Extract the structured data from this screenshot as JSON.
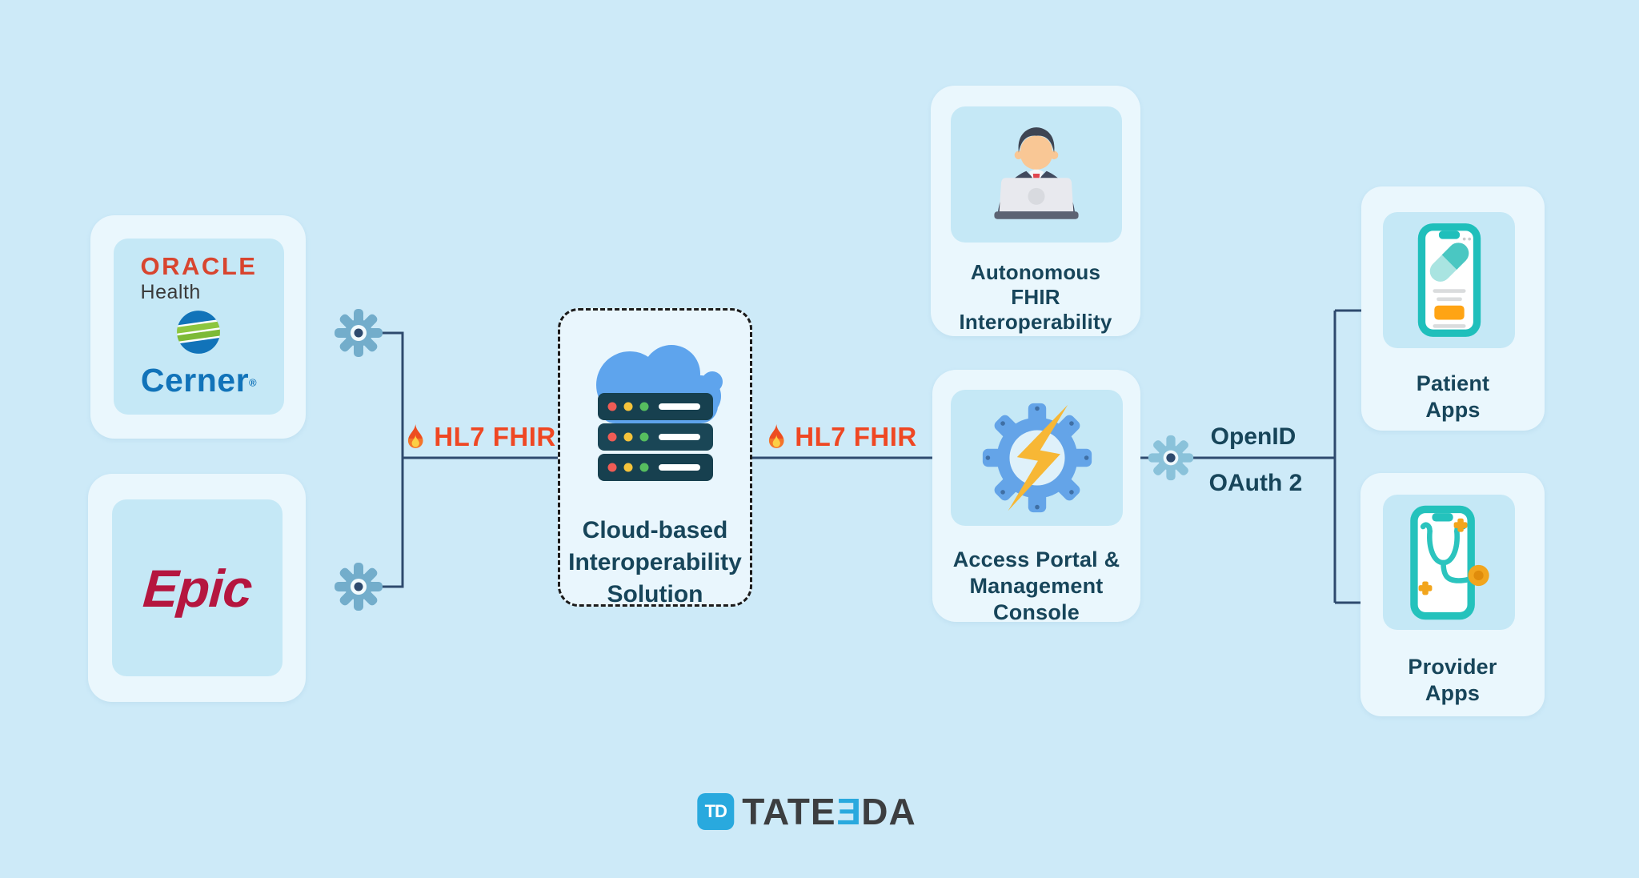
{
  "palette": {
    "background": "#CDEAF8",
    "card_bg": "#EAF7FD",
    "tile_bg": "#C5E8F6",
    "connector_line": "#2E4A6E",
    "dashed_border": "#1B1B1B",
    "title_text": "#17455A",
    "hl7_accent": "#EF4723",
    "gear_blue": "#73ADCB",
    "cloud_blue": "#5EA4ED",
    "server_teal": "#17404F",
    "oracle_red": "#D8452F",
    "cerner_blue": "#1173B9",
    "epic_red": "#B5163F",
    "app_teal": "#1FBFBB",
    "app_orange": "#FFA414",
    "bolt_yellow": "#F7B735",
    "tateeda_cyan": "#29A9DE",
    "tateeda_gray": "#3C3E40"
  },
  "icon_names": {
    "gear-icon": "cog wheel",
    "flame-icon": "🔥",
    "cloud-server-icon": "cloud with server stack",
    "person-laptop-icon": "man working on laptop",
    "gear-lightning-icon": "gear with lightning bolt",
    "patient-app-phone-icon": "phone with pill",
    "provider-app-phone-icon": "phone with stethoscope",
    "cerner-globe-icon": "cerner globe logo",
    "tateeda-logo-mark": "TD badge"
  },
  "left": {
    "oracle_card": {
      "brand": "ORACLE",
      "sub": "Health",
      "product": "Cerner",
      "reg": "®"
    },
    "epic_card": {
      "brand": "Epic"
    }
  },
  "center": {
    "cloud_box": {
      "line1": "Cloud-based",
      "line2": "Interoperability",
      "line3": "Solution"
    }
  },
  "labels": {
    "hl7_left": "HL7 FHIR",
    "hl7_right": "HL7 FHIR",
    "openid": "OpenID",
    "oauth": "OAuth 2"
  },
  "right": {
    "autonomous": {
      "line1": "Autonomous",
      "line2": "FHIR",
      "line3": "Interoperability"
    },
    "access": {
      "line1": "Access Portal &",
      "line2": "Management",
      "line3": "Console"
    },
    "patient": {
      "line1": "Patient",
      "line2": "Apps"
    },
    "provider": {
      "line1": "Provider",
      "line2": "Apps"
    }
  },
  "footer": {
    "badge": "TD",
    "word_part1": "TATE",
    "word_part2": "E",
    "word_part3": "DA"
  }
}
